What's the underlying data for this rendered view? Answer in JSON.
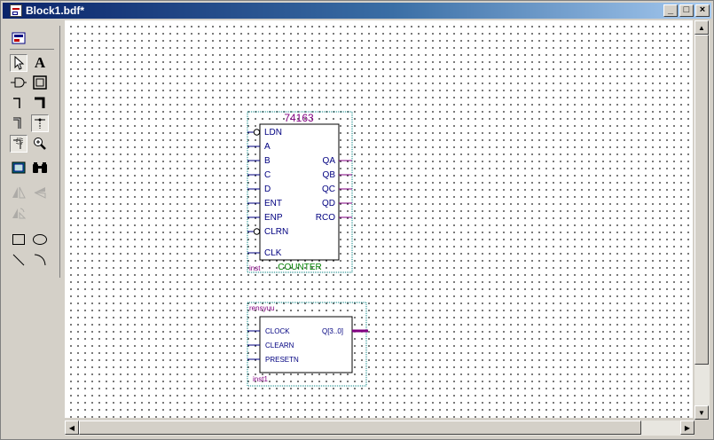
{
  "window": {
    "title": "Block1.bdf*"
  },
  "title_buttons": {
    "minimize": "_",
    "maximize": "□",
    "close": "×"
  },
  "toolbar": {
    "tools": [
      {
        "icon": "block-view-icon"
      },
      {
        "icon": "selection-arrow-icon"
      },
      {
        "icon": "text-tool-icon",
        "glyph": "A"
      },
      {
        "icon": "symbol-tool-icon"
      },
      {
        "icon": "block-tool-icon"
      },
      {
        "icon": "orthogonal-node-icon"
      },
      {
        "icon": "orthogonal-bus-icon"
      },
      {
        "icon": "orthogonal-conduit-icon"
      },
      {
        "icon": "rubberbanding-icon"
      },
      {
        "icon": "partial-line-selection-icon"
      },
      {
        "icon": "zoom-icon"
      },
      {
        "icon": "full-screen-icon"
      },
      {
        "icon": "find-binoculars-icon"
      },
      {
        "icon": "flip-horizontal-icon"
      },
      {
        "icon": "flip-vertical-icon"
      },
      {
        "icon": "rotate-icon"
      },
      {
        "icon": "rectangle-tool-icon"
      },
      {
        "icon": "oval-tool-icon"
      },
      {
        "icon": "line-tool-icon"
      },
      {
        "icon": "arc-tool-icon"
      }
    ]
  },
  "symbols": {
    "counter": {
      "part": "74163",
      "instance": "inst",
      "footer": "COUNTER",
      "inputs": [
        "LDN",
        "A",
        "B",
        "C",
        "D",
        "ENT",
        "ENP",
        "CLRN",
        "CLK"
      ],
      "outputs": [
        "QA",
        "QB",
        "QC",
        "QD",
        "RCO"
      ]
    },
    "rensyuu": {
      "name": "rensyuu",
      "instance": "inst1",
      "inputs": [
        "CLOCK",
        "CLEARN",
        "PRESETN"
      ],
      "output": "Q[3..0]"
    }
  },
  "colors": {
    "title_gradient_start": "#0a246a",
    "title_gradient_end": "#a6caf0",
    "symbol_title": "#800080",
    "pin_text": "#000080",
    "footer_text": "#008000",
    "bus": "#800080",
    "selection_border": "#008080"
  }
}
